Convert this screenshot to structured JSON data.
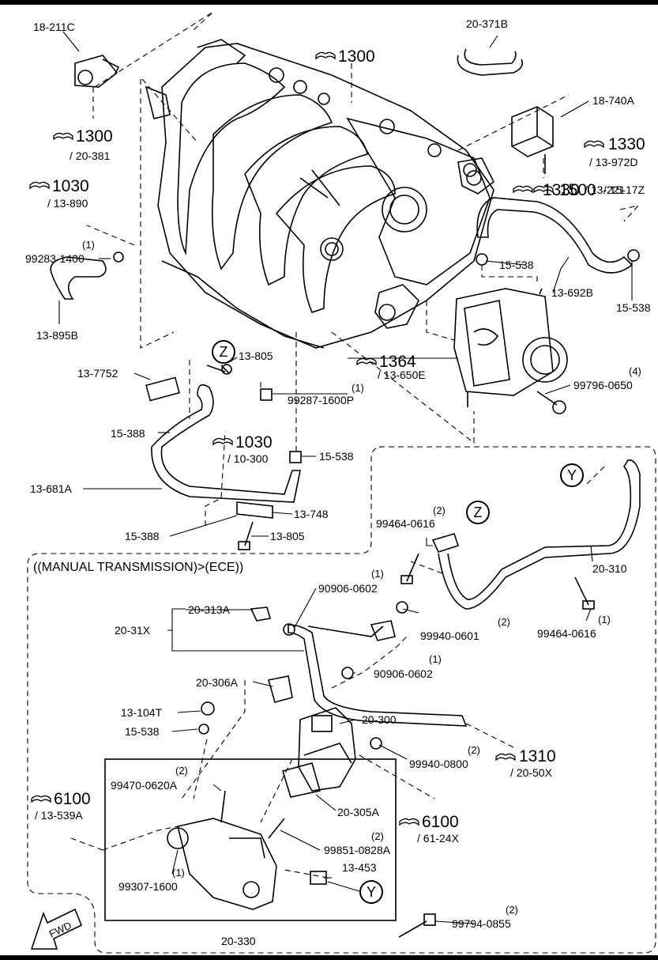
{
  "header_note": "((MANUAL TRANSMISSION)>(ECE))",
  "fwd_label": "FWD",
  "circle_markers": [
    "Z",
    "Z",
    "Y",
    "Y"
  ],
  "part_labels": {
    "p18_211C": "18-211C",
    "p20_371B": "20-371B",
    "p18_740A": "18-740A",
    "p20_381": "/ 20-381",
    "p13_890": "/ 13-890",
    "p13_972D": "/ 13-972D",
    "p13_221": "/ 13-221",
    "p15_17Z": "/ 15-17Z",
    "p99283_1400": "99283-1400",
    "p15_538_a": "15-538",
    "p13_692B": "13-692B",
    "p15_538_b": "15-538",
    "p13_895B": "13-895B",
    "p13_805_a": "13-805",
    "p13_650E": "/ 13-650E",
    "p13_7752": "13-7752",
    "p99287_1600P": "99287-1600P",
    "p99796_0650": "99796-0650",
    "p15_388_a": "15-388",
    "p10_300": "/ 10-300",
    "p15_538_c": "15-538",
    "p13_681A": "13-681A",
    "p13_748": "13-748",
    "p15_388_b": "15-388",
    "p13_805_b": "13-805",
    "p99464_0616_a": "99464-0616",
    "p20_310": "20-310",
    "p90906_0602_a": "90906-0602",
    "p20_313A": "20-313A",
    "p20_31X": "20-31X",
    "p99940_0601": "99940-0601",
    "p99464_0616_b": "99464-0616",
    "p90906_0602_b": "90906-0602",
    "p20_306A": "20-306A",
    "p13_104T": "13-104T",
    "p20_300": "20-300",
    "p15_538_d": "15-538",
    "p99940_0800": "99940-0800",
    "p20_50X": "/ 20-50X",
    "p99470_0620A": "99470-0620A",
    "p13_539A": "/ 13-539A",
    "p20_305A": "20-305A",
    "p61_24X": "/ 61-24X",
    "p99851_0828A": "99851-0828A",
    "p13_453": "13-453",
    "p99307_1600": "99307-1600",
    "p20_330": "20-330",
    "p99794_0855": "99794-0855"
  },
  "ref_labels": {
    "r1300_top": "1300",
    "r1300_left": "1300",
    "r1030_left": "1030",
    "r1330_a": "1330",
    "r1330_b": "1330",
    "r1500": "1500",
    "r1364": "1364",
    "r1030_mid": "1030",
    "r1310": "1310",
    "r6100_left": "6100",
    "r6100_mid": "6100"
  },
  "quantities": {
    "q99283_1400": "(1)",
    "q99287_1600P": "(1)",
    "q99796_0650": "(4)",
    "q99464_0616_a": "(2)",
    "q90906_0602_a": "(1)",
    "q99940_0601": "(2)",
    "q99464_0616_b": "(1)",
    "q90906_0602_b": "(1)",
    "q99940_0800": "(2)",
    "q99470_0620A": "(2)",
    "q99851_0828A": "(2)",
    "q99307_1600": "(1)",
    "q99794_0855": "(2)"
  }
}
